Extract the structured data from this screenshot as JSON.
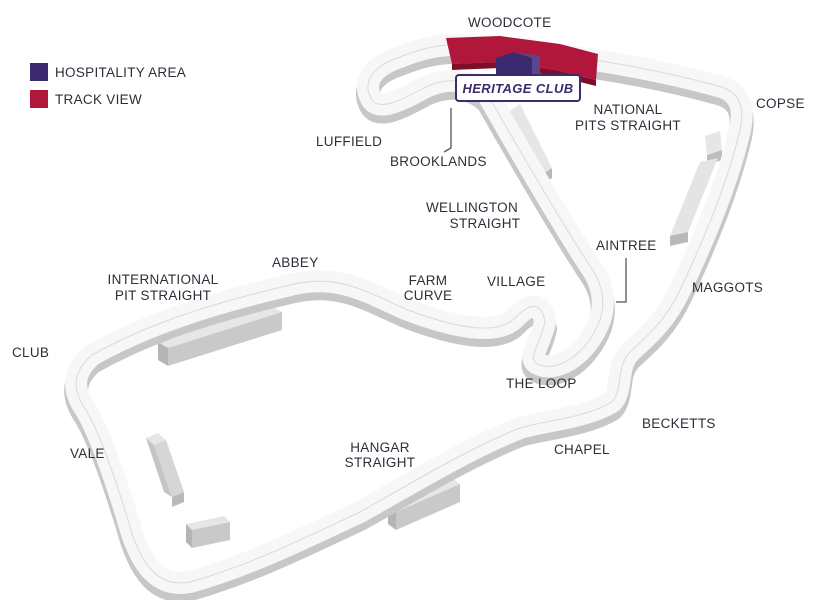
{
  "colors": {
    "hospitality": "#3c2a6e",
    "track_view": "#b0173a",
    "track_top": "#f7f7f7",
    "track_side": "#c9c9c9",
    "building": "#d4d4d4",
    "label": "#2e2e3a"
  },
  "legend": [
    {
      "label": "HOSPITALITY AREA",
      "color_key": "hospitality"
    },
    {
      "label": "TRACK VIEW",
      "color_key": "track_view"
    }
  ],
  "heritage_club": {
    "label": "HERITAGE CLUB"
  },
  "corners": {
    "woodcote": "WOODCOTE",
    "copse": "COPSE",
    "national_pits": [
      "NATIONAL",
      "PITS STRAIGHT"
    ],
    "luffield": "LUFFIELD",
    "brooklands": "BROOKLANDS",
    "wellington": [
      "WELLINGTON",
      "STRAIGHT"
    ],
    "aintree": "AINTREE",
    "maggots": "MAGGOTS",
    "international_pit": [
      "INTERNATIONAL",
      "PIT STRAIGHT"
    ],
    "abbey": "ABBEY",
    "farm_curve": [
      "FARM",
      "CURVE"
    ],
    "village": "VILLAGE",
    "club": "CLUB",
    "the_loop": "THE LOOP",
    "becketts": "BECKETTS",
    "chapel": "CHAPEL",
    "vale": "VALE",
    "hangar": [
      "HANGAR",
      "STRAIGHT"
    ]
  }
}
